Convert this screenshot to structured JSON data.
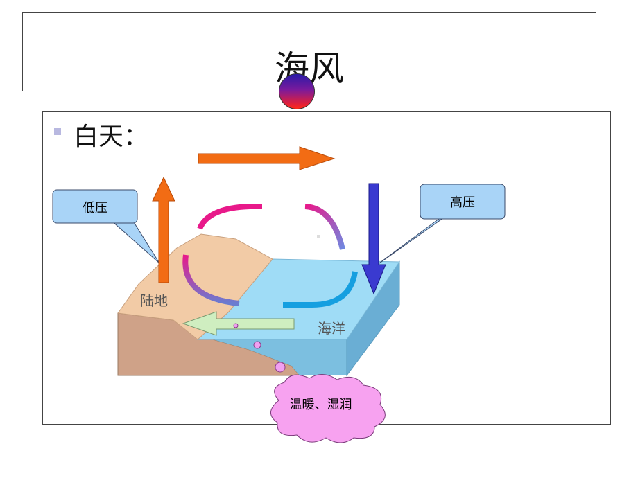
{
  "title": "海风",
  "heading": "白天：",
  "labels": {
    "low_pressure": "低压",
    "high_pressure": "高压",
    "land": "陆地",
    "sea": "海洋",
    "result": "温暖、湿润"
  },
  "colors": {
    "rising_arrow": "#f26c14",
    "upper_flow_arrow": "#f26c14",
    "sinking_arrow": "#3a3ad0",
    "surface_flow_arrow": "#cfeec0",
    "land_top": "#f2cba6",
    "land_side": "#cfa288",
    "sea_top": "#9fdcf6",
    "sea_side": "#7cbfe0",
    "callout_fill": "#a9d4f7",
    "cloud_fill": "#f7a2f0",
    "circulation_warm": "#e8198a",
    "circulation_cool": "#159fe0"
  }
}
